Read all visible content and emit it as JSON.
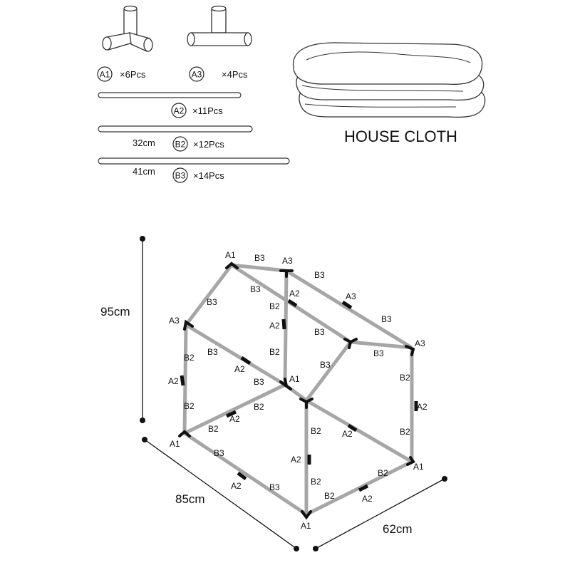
{
  "parts": {
    "a1": {
      "code": "A1",
      "qty": "×6Pcs"
    },
    "a3": {
      "code": "A3",
      "qty": "×4Pcs"
    },
    "a2": {
      "code": "A2",
      "qty": "×11Pcs"
    },
    "b2": {
      "code": "B2",
      "qty": "×12Pcs",
      "length": "32cm"
    },
    "b3": {
      "code": "B3",
      "qty": "×14Pcs",
      "length": "41cm"
    }
  },
  "cloth_label": "HOUSE CLOTH",
  "dimensions": {
    "height": "95cm",
    "length": "85cm",
    "width": "62cm"
  },
  "frame_labels": {
    "A1": "A1",
    "A2": "A2",
    "A3": "A3",
    "B2": "B2",
    "B3": "B3"
  }
}
